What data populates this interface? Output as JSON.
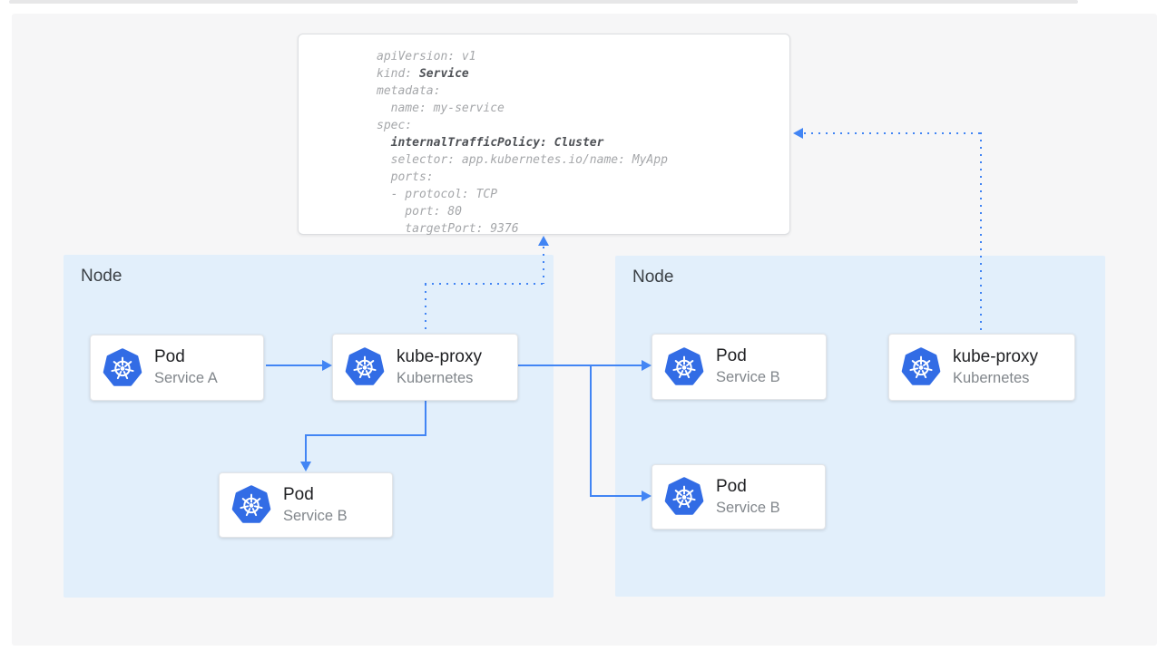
{
  "colors": {
    "k8s_blue": "#326CE5",
    "arrow_blue": "#4285F4",
    "node_bg": "#E2EFFB",
    "canvas_bg": "#F6F6F7"
  },
  "yaml_card": {
    "lines": [
      {
        "pre": "apiVersion: v1",
        "bold": ""
      },
      {
        "pre": "kind: ",
        "bold": "Service"
      },
      {
        "pre": "metadata:",
        "bold": ""
      },
      {
        "pre": "  name: my-service",
        "bold": ""
      },
      {
        "pre": "spec:",
        "bold": ""
      },
      {
        "pre": "  ",
        "bold": "internalTrafficPolicy: Cluster"
      },
      {
        "pre": "  selector: app.kubernetes.io/name: MyApp",
        "bold": ""
      },
      {
        "pre": "  ports:",
        "bold": ""
      },
      {
        "pre": "  - protocol: TCP",
        "bold": ""
      },
      {
        "pre": "    port: 80",
        "bold": ""
      },
      {
        "pre": "    targetPort: 9376",
        "bold": ""
      }
    ]
  },
  "nodes": [
    {
      "label": "Node"
    },
    {
      "label": "Node"
    }
  ],
  "cards": [
    {
      "title": "Pod",
      "subtitle": "Service A"
    },
    {
      "title": "kube-proxy",
      "subtitle": "Kubernetes"
    },
    {
      "title": "Pod",
      "subtitle": "Service B"
    },
    {
      "title": "Pod",
      "subtitle": "Service B"
    },
    {
      "title": "Pod",
      "subtitle": "Service B"
    },
    {
      "title": "kube-proxy",
      "subtitle": "Kubernetes"
    }
  ]
}
